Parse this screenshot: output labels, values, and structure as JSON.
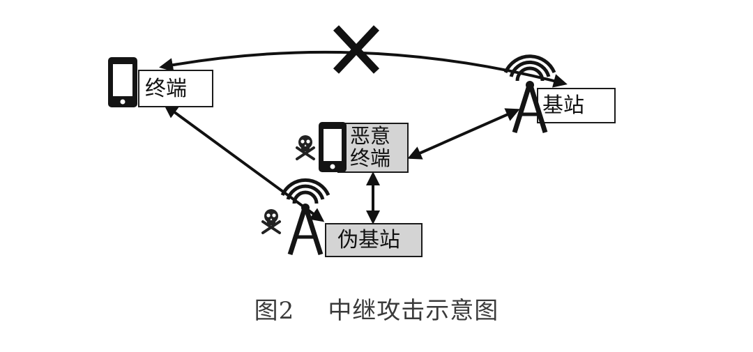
{
  "nodes": {
    "terminal": {
      "label": "终端"
    },
    "base_station": {
      "label": "基站"
    },
    "malicious_terminal": {
      "label": "恶意\n终端"
    },
    "fake_base_station": {
      "label": "伪基站"
    }
  },
  "caption": {
    "figure_number": "图2",
    "title": "中继攻击示意图"
  },
  "icons": {
    "terminal": "phone-icon",
    "base_station": "antenna-tower-icon",
    "malicious_terminal": "phone-icon",
    "fake_base_station": "antenna-tower-icon",
    "malicious_markers": "skull-crossbones-icon",
    "blocked_link": "cross-mark-icon"
  },
  "colors": {
    "line": "#111111",
    "box_normal": "#ffffff",
    "box_attacker": "#d4d4d4"
  }
}
